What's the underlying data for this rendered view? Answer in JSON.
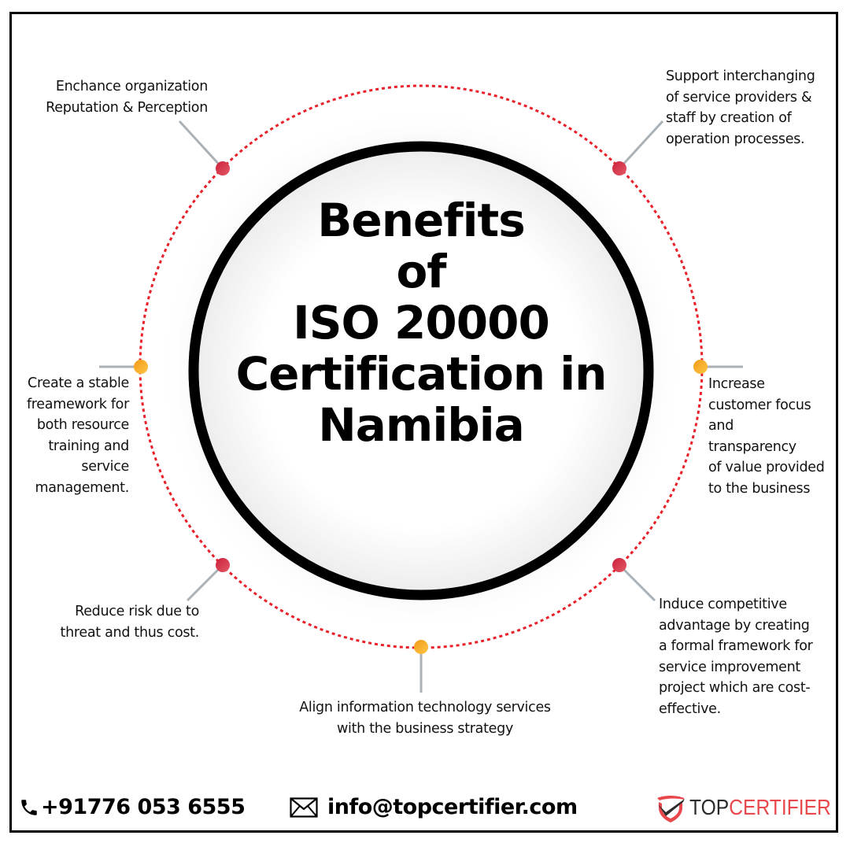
{
  "title": {
    "lines": [
      "Benefits",
      "of",
      "ISO 20000",
      "Certification in",
      "Namibia"
    ]
  },
  "benefits": [
    {
      "position": "top-left",
      "dot_color": "#d63447",
      "lines": [
        "Enchance organization",
        "Reputation & Perception"
      ]
    },
    {
      "position": "top-right",
      "dot_color": "#d63447",
      "lines": [
        "Support interchanging",
        "of service providers &",
        "staff by creation of",
        "operation processes."
      ]
    },
    {
      "position": "left",
      "dot_color": "#f7a823",
      "lines": [
        "Create a stable",
        "freamework for",
        "both resource",
        "training and",
        "service",
        "management."
      ]
    },
    {
      "position": "right",
      "dot_color": "#f7a823",
      "lines": [
        "Increase",
        "customer focus",
        "and",
        "transparency",
        "of value provided",
        "to the business"
      ]
    },
    {
      "position": "bottom-left",
      "dot_color": "#d63447",
      "lines": [
        "Reduce risk due to",
        "threat and thus cost."
      ]
    },
    {
      "position": "bottom-right",
      "dot_color": "#d63447",
      "lines": [
        "Induce competitive",
        "advantage by creating",
        "a formal framework for",
        "service improvement",
        "project which are cost-",
        "effective."
      ]
    },
    {
      "position": "bottom",
      "dot_color": "#f7a823",
      "lines": [
        "Align information technology services",
        "with the business strategy"
      ]
    }
  ],
  "footer": {
    "phone_icon": "phone-icon",
    "phone": "+91776 053 6555",
    "email_icon": "envelope-icon",
    "email": "info@topcertifier.com"
  },
  "logo": {
    "icon": "shield-check-icon",
    "text_dark": "TOP",
    "text_accent": "CERTIFIER"
  },
  "colors": {
    "ring": "#000000",
    "dotted_orbit": "#e8202a",
    "red_dot": "#d63447",
    "orange_dot": "#f7a823",
    "connector": "#aab2b8",
    "logo_accent": "#e8474c",
    "logo_dark": "#2b2b2b"
  }
}
